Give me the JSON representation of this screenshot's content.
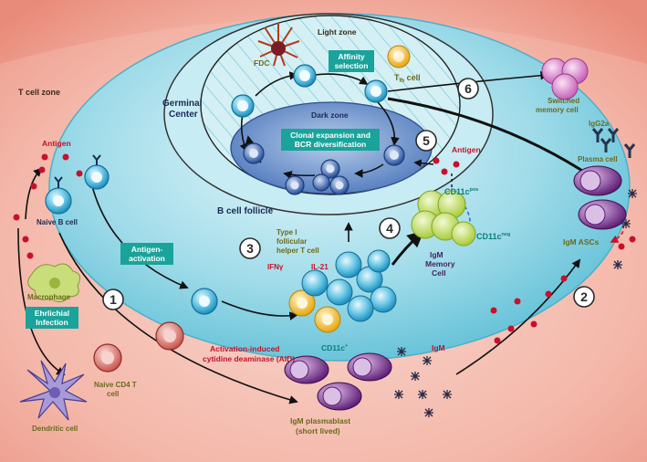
{
  "labels": {
    "t_cell_zone": "T cell zone",
    "germinal_center_1": "Germinal",
    "germinal_center_2": "Center",
    "light_zone": "Light zone",
    "dark_zone": "Dark zone",
    "fdc": "FDC",
    "affinity_1": "Affinity",
    "affinity_2": "selection",
    "tfh_cell": "T",
    "tfh_sub": "fh",
    "tfh_cell_suffix": " cell",
    "clonal_1": "Clonal expansion and",
    "clonal_2": "BCR diversification",
    "antigen_left": "Antigen",
    "antigen_right": "Antigen",
    "b_cell_follicle": "B cell follicle",
    "naive_b_cell": "Naive B cell",
    "antigen_activation_1": "Antigen-",
    "antigen_activation_2": "activation",
    "macrophage": "Macrophage",
    "ehrlichial_1": "Ehrlichial",
    "ehrlichial_2": "Infection",
    "dendritic_cell": "Dendritic cell",
    "naive_cd4_1": "Naive CD4 T",
    "naive_cd4_2": "cell",
    "aid_1": "Activation-induced",
    "aid_2": "cytidine deaminase (AID)",
    "type1_1": "Type I",
    "type1_2": "follicular",
    "type1_3": "helper T cell",
    "ifn": "IFNγ",
    "il21": "IL-21",
    "cd11c_pos": "CD11c",
    "cd11c_pos_sup": "pos",
    "cd11c_neg": "CD11c",
    "cd11c_neg_sup": "neg",
    "igm_memory_1": "IgM",
    "igm_memory_2": "Memory",
    "igm_memory_3": "Cell",
    "switched_memory": "Switched",
    "switched_memory_2": "memory cell",
    "igg2a": "IgG2a",
    "plasma_cell": "Plasma cell",
    "igm_ascs": "IgM ASCs",
    "cd11c_plus": "CD11c",
    "cd11c_plus_sup": "+",
    "igm": "IgM",
    "igm_plasmablast_1": "IgM plasmablast",
    "igm_plasmablast_2": "(short lived)"
  },
  "steps": [
    "1",
    "2",
    "3",
    "4",
    "5",
    "6"
  ],
  "colors": {
    "outer_bg": "#f2a898",
    "follicle": "#8fd6e6",
    "germinal": "#cdeff5",
    "dark_zone": "#5f86c4",
    "b_cell": "#29a8d4",
    "t_cell": "#f5c52a",
    "plasma": "#7a2a8c",
    "memory": "#c9e36b",
    "antigen": "#c8102e",
    "teal_box": "#1aa39a"
  }
}
